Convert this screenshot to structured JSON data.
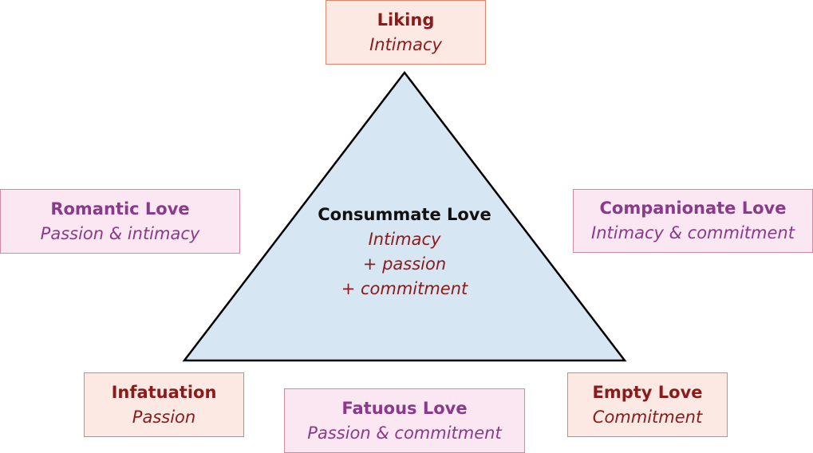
{
  "colors": {
    "triangle_fill": "#d6e6f2",
    "peach_box": "#fde9e3",
    "pink_box": "#fbe7f1",
    "dark_red_text": "#8b1a1a",
    "purple_text": "#8a3a8a"
  },
  "center": {
    "title": "Consummate Love",
    "line1": "Intimacy",
    "line2": "+ passion",
    "line3": "+ commitment"
  },
  "boxes": {
    "liking": {
      "title": "Liking",
      "subtitle": "Intimacy"
    },
    "romantic": {
      "title": "Romantic Love",
      "subtitle": "Passion & intimacy"
    },
    "companionate": {
      "title": "Companionate Love",
      "subtitle": "Intimacy & commitment"
    },
    "infatuation": {
      "title": "Infatuation",
      "subtitle": "Passion"
    },
    "fatuous": {
      "title": "Fatuous Love",
      "subtitle": "Passion & commitment"
    },
    "empty": {
      "title": "Empty Love",
      "subtitle": "Commitment"
    }
  }
}
